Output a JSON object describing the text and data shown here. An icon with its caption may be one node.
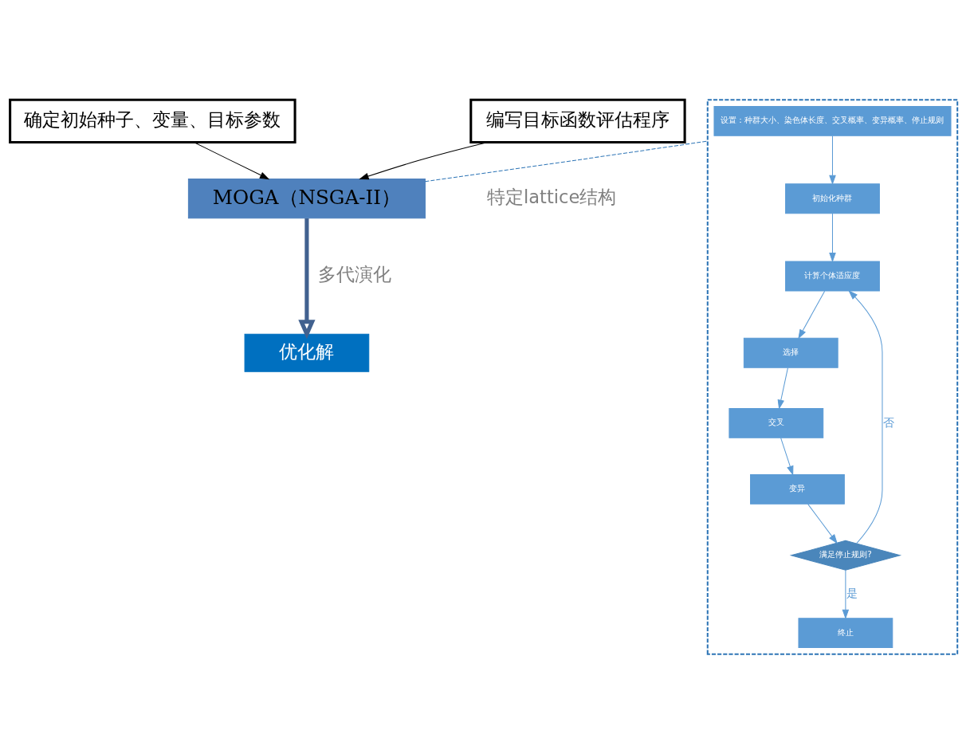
{
  "diagram": {
    "nodes": [
      {
        "text": [
          "确定初始种子、变量、目标参数"
        ]
      },
      {
        "text": [
          "编写目标函数评估程序"
        ]
      },
      {
        "text": [
          "MOGA（NSGA-II）"
        ]
      },
      {
        "text": [
          "优化解"
        ]
      },
      {
        "text": [],
        "shape": "box"
      },
      {
        "text": [
          "设置：种群大小、染色体长度、交叉概率、变异概率、停止规则"
        ],
        "in": 4
      },
      {
        "text": [
          "初始化种群"
        ],
        "in": 4
      },
      {
        "text": [
          "计算个体适应度"
        ],
        "in": 4
      },
      {
        "text": [
          "选择"
        ],
        "in": 4
      },
      {
        "text": [
          "交叉"
        ],
        "in": 4
      },
      {
        "text": [
          "变异"
        ],
        "in": 4
      },
      {
        "text": [
          "满足停止规则?"
        ],
        "in": 4
      },
      {
        "text": [
          "终止"
        ],
        "in": 4
      }
    ],
    "edges": [
      {
        "from": 0,
        "to": 2,
        "arrow": "to",
        "color": "#000000"
      },
      {
        "from": 1,
        "to": 2,
        "arrow": "to",
        "color": "#000000"
      },
      {
        "from": 2,
        "to": 3,
        "arrow": "to",
        "label": "多代演化",
        "style": "thick",
        "color": "#41618f"
      },
      {
        "from": 2,
        "to": 4,
        "arrow": "none",
        "style": "dashed",
        "color": "#2e75b6"
      },
      {
        "from": 5,
        "to": 6,
        "arrow": "to"
      },
      {
        "from": 6,
        "to": 7,
        "arrow": "to"
      },
      {
        "from": 7,
        "to": 8,
        "arrow": "to"
      },
      {
        "from": 8,
        "to": 9,
        "arrow": "to"
      },
      {
        "from": 9,
        "to": 10,
        "arrow": "to"
      },
      {
        "from": 10,
        "to": 11,
        "arrow": "to"
      },
      {
        "from": 11,
        "to": 7,
        "arrow": "to",
        "label": "否"
      },
      {
        "from": 11,
        "to": 12,
        "arrow": "to",
        "label": "是"
      }
    ],
    "labels": [
      "特定lattice结构"
    ]
  }
}
